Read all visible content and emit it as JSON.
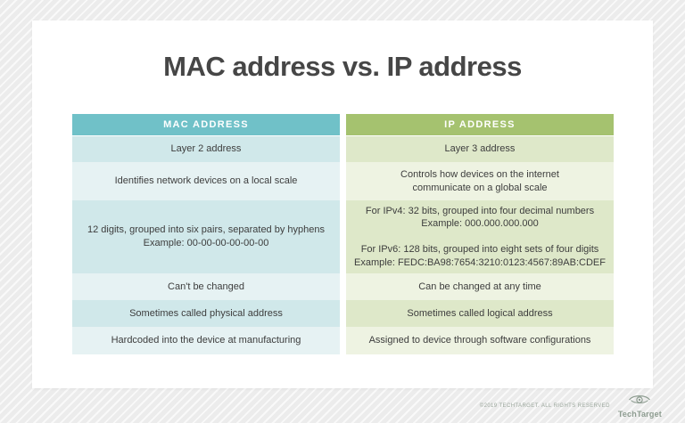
{
  "page": {
    "title": "MAC address vs. IP address"
  },
  "table": {
    "headers": {
      "mac": "MAC ADDRESS",
      "ip": "IP ADDRESS"
    },
    "rows": [
      {
        "mac": "Layer 2 address",
        "ip": "Layer 3 address"
      },
      {
        "mac": "Identifies network devices on a local scale",
        "ip": "Controls how devices on the internet\ncommunicate on a global scale"
      },
      {
        "mac": "12 digits, grouped into six pairs, separated by hyphens\nExample: 00-00-00-00-00-00",
        "ip": "For IPv4: 32 bits, grouped into four decimal numbers\nExample: 000.000.000.000\n\nFor IPv6: 128 bits, grouped into eight sets of four digits\nExample: FEDC:BA98:7654:3210:0123:4567:89AB:CDEF"
      },
      {
        "mac": "Can't be changed",
        "ip": "Can be changed at any time"
      },
      {
        "mac": "Sometimes called physical address",
        "ip": "Sometimes called logical address"
      },
      {
        "mac": "Hardcoded into the device at manufacturing",
        "ip": "Assigned to device through software configurations"
      }
    ]
  },
  "footer": {
    "copyright": "©2019 TECHTARGET. ALL RIGHTS RESERVED",
    "logo": {
      "text": "TechTarget",
      "icon": "eye-target-icon"
    }
  },
  "colors": {
    "mac_header_bg": "#70c1c8",
    "ip_header_bg": "#a5c26f",
    "mac_row_dark": "#d0e8ea",
    "mac_row_light": "#e6f2f3",
    "ip_row_dark": "#dee8c9",
    "ip_row_light": "#eef3e2",
    "header_text": "#ffffff",
    "body_text": "#3d3d3d",
    "title_text": "#464646",
    "footer_text": "#9aa69b"
  }
}
